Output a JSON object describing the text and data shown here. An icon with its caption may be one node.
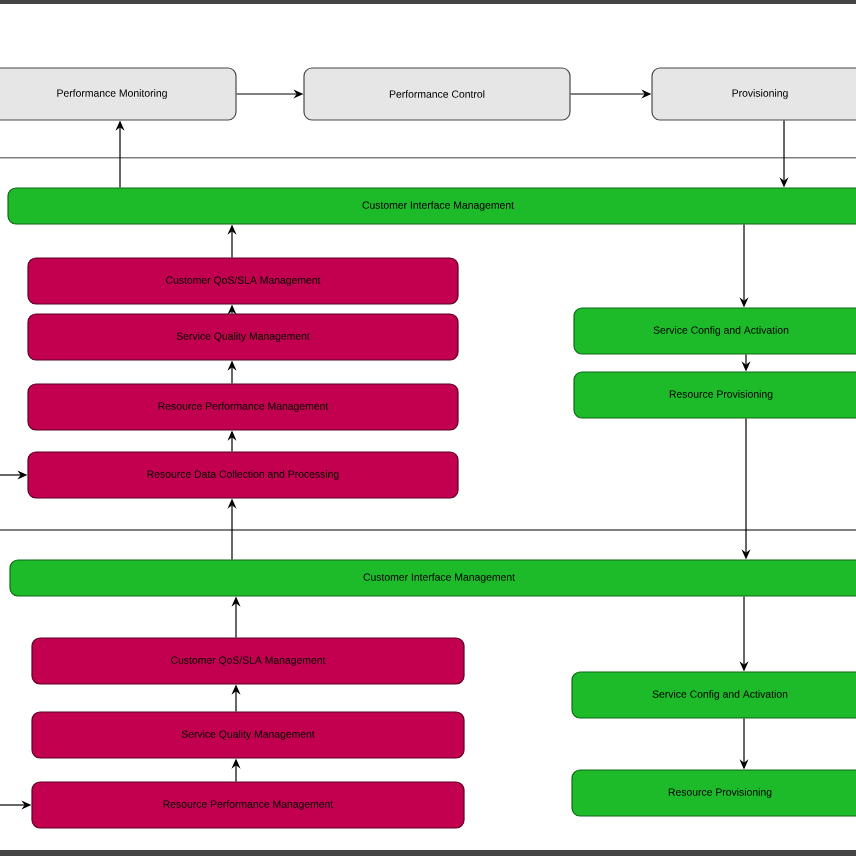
{
  "diagram": {
    "nodes": [
      {
        "text": [
          "Performance Monitoring"
        ]
      },
      {
        "text": [
          "Performance Control"
        ]
      },
      {
        "text": [
          "Provisioning"
        ]
      },
      {
        "text": [
          "Customer Interface Management"
        ]
      },
      {
        "text": [
          "Customer QoS/SLA Management"
        ]
      },
      {
        "text": [
          "Service Quality Management"
        ]
      },
      {
        "text": [
          "Resource Performance Management"
        ]
      },
      {
        "text": [
          "Resource Data Collection and Processing"
        ]
      },
      {
        "text": [
          "Service Config and Activation"
        ]
      },
      {
        "text": [
          "Resource Provisioning"
        ]
      },
      {
        "text": [
          "Customer Interface Management"
        ]
      },
      {
        "text": [
          "Customer QoS/SLA Management"
        ]
      },
      {
        "text": [
          "Service Quality Management"
        ]
      },
      {
        "text": [
          "Resource Performance Management"
        ]
      },
      {
        "text": [
          "Service Config and Activation"
        ]
      },
      {
        "text": [
          "Resource Provisioning"
        ]
      }
    ],
    "edges": [
      {
        "from": 0,
        "to": 1,
        "arrow": "to"
      },
      {
        "from": 1,
        "to": 2,
        "arrow": "to"
      },
      {
        "from": 2,
        "to": 3,
        "arrow": "to"
      },
      {
        "from": 3,
        "to": 0,
        "arrow": "to"
      },
      {
        "from": 4,
        "to": 3,
        "arrow": "to"
      },
      {
        "from": 5,
        "to": 4,
        "arrow": "to"
      },
      {
        "from": 6,
        "to": 5,
        "arrow": "to"
      },
      {
        "from": 7,
        "to": 6,
        "arrow": "to"
      },
      {
        "from": null,
        "to": 7,
        "arrow": "to"
      },
      {
        "from": 3,
        "to": 8,
        "arrow": "to"
      },
      {
        "from": 8,
        "to": 9,
        "arrow": "to"
      },
      {
        "from": 9,
        "to": 10,
        "arrow": "to"
      },
      {
        "from": 10,
        "to": 7,
        "arrow": "to"
      },
      {
        "from": 11,
        "to": 10,
        "arrow": "to"
      },
      {
        "from": 12,
        "to": 11,
        "arrow": "to"
      },
      {
        "from": 13,
        "to": 12,
        "arrow": "to"
      },
      {
        "from": null,
        "to": 13,
        "arrow": "to"
      },
      {
        "from": 10,
        "to": 14,
        "arrow": "to"
      },
      {
        "from": 14,
        "to": 15,
        "arrow": "to"
      }
    ]
  }
}
